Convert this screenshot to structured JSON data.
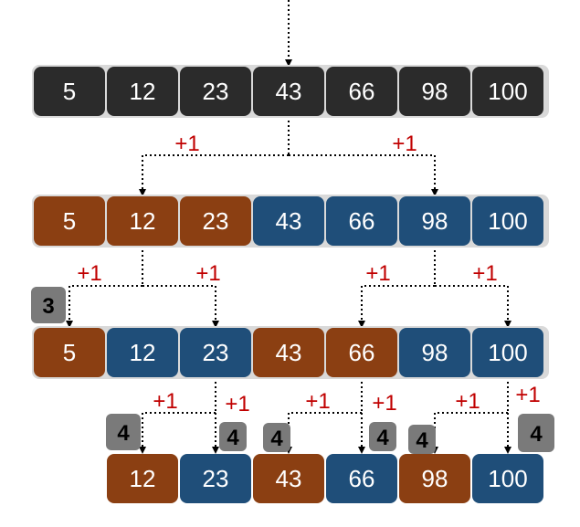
{
  "colors": {
    "dark": "#2b2b2b",
    "brown": "#8b3f12",
    "blue": "#1f4e79",
    "badge": "#7a7a7a",
    "increment": "#c00000",
    "connector": "#000000"
  },
  "increment_label": "+1",
  "levels": [
    {
      "row": 0,
      "cells": [
        {
          "value": "5",
          "color": "dark"
        },
        {
          "value": "12",
          "color": "dark"
        },
        {
          "value": "23",
          "color": "dark"
        },
        {
          "value": "43",
          "color": "dark"
        },
        {
          "value": "66",
          "color": "dark"
        },
        {
          "value": "98",
          "color": "dark"
        },
        {
          "value": "100",
          "color": "dark"
        }
      ]
    },
    {
      "row": 1,
      "cells": [
        {
          "value": "5",
          "color": "brown"
        },
        {
          "value": "12",
          "color": "brown"
        },
        {
          "value": "23",
          "color": "brown"
        },
        {
          "value": "43",
          "color": "blue"
        },
        {
          "value": "66",
          "color": "blue"
        },
        {
          "value": "98",
          "color": "blue"
        },
        {
          "value": "100",
          "color": "blue"
        }
      ]
    },
    {
      "row": 2,
      "cells": [
        {
          "value": "5",
          "color": "brown"
        },
        {
          "value": "12",
          "color": "blue"
        },
        {
          "value": "23",
          "color": "blue"
        },
        {
          "value": "43",
          "color": "brown"
        },
        {
          "value": "66",
          "color": "brown"
        },
        {
          "value": "98",
          "color": "blue"
        },
        {
          "value": "100",
          "color": "blue"
        }
      ]
    },
    {
      "row": 3,
      "cells": [
        {
          "col": 1,
          "value": "12",
          "color": "brown"
        },
        {
          "col": 2,
          "value": "23",
          "color": "blue"
        },
        {
          "col": 3,
          "value": "43",
          "color": "brown"
        },
        {
          "col": 4,
          "value": "66",
          "color": "blue"
        },
        {
          "col": 5,
          "value": "98",
          "color": "brown"
        },
        {
          "col": 6,
          "value": "100",
          "color": "blue"
        }
      ]
    }
  ],
  "badges": [
    {
      "text": "3"
    },
    {
      "text": "4"
    },
    {
      "text": "4"
    },
    {
      "text": "4"
    },
    {
      "text": "4"
    },
    {
      "text": "4"
    },
    {
      "text": "4"
    }
  ]
}
